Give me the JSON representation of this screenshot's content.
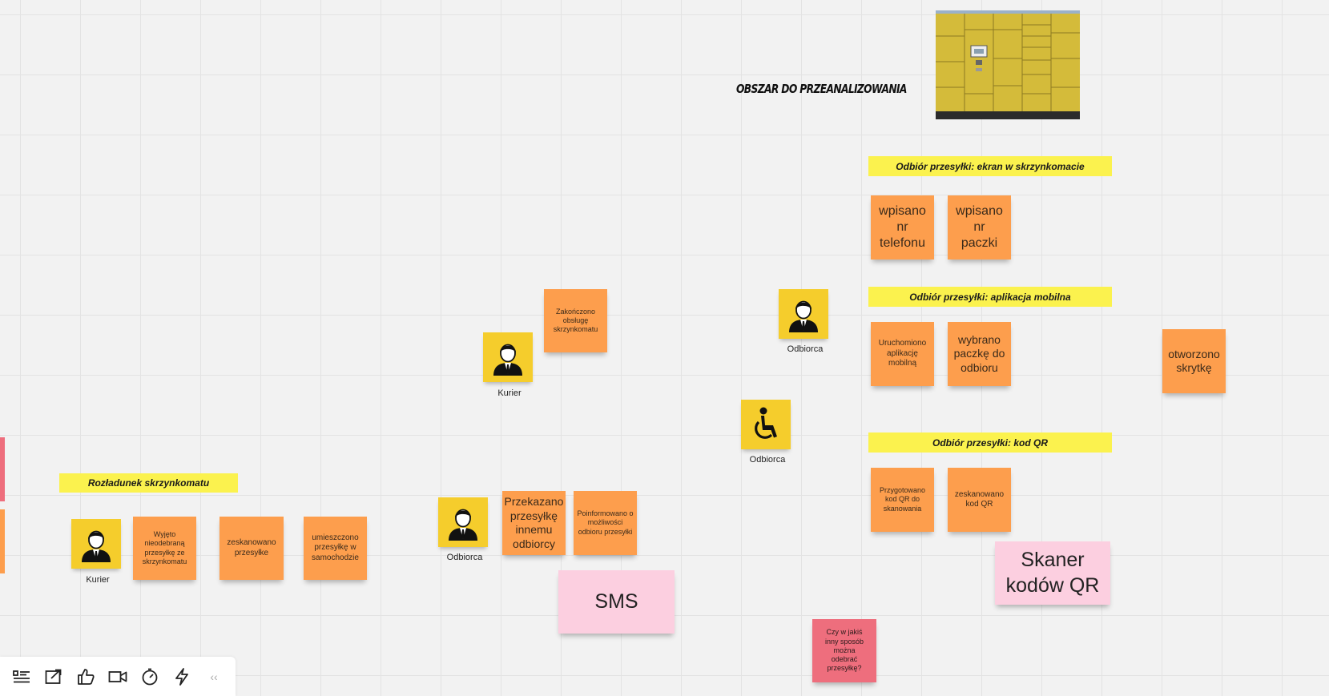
{
  "board": {
    "heading": "OBSZAR DO PRZEANALIZOWANIA",
    "banners": {
      "rozladunek": "Rozładunek skrzynkomatu",
      "ekran": "Odbiór przesyłki: ekran w skrzynkomacie",
      "aplikacja": "Odbiór przesyłki: aplikacja mobilna",
      "kod_qr": "Odbiór przesyłki: kod QR"
    },
    "actors": {
      "kurier_left": "Kurier",
      "kurier_mid": "Kurier",
      "odbiorca_mid": "Odbiorca",
      "odbiorca_top": "Odbiorca",
      "odbiorca_wheelchair": "Odbiorca"
    },
    "notes": {
      "wyjeto": "Wyjęto nieodebraną przesyłkę ze skrzynkomatu",
      "zeskanowano_przesylke": "zeskanowano przesyłke",
      "umieszczono": "umieszczono przesyłkę w samochodzie",
      "zakonczono": "Zakończono obsługę skrzynkomatu",
      "przekazano": "Przekazano przesyłkę innemu odbiorcy",
      "poinformowano": "Poinformowano o możliwości odbioru przesyłki",
      "sms": "SMS",
      "wpisano_tel": "wpisano nr telefonu",
      "wpisano_paczki": "wpisano nr paczki",
      "uruchomiono": "Uruchomiono aplikację mobilną",
      "wybrano": "wybrano paczkę do odbioru",
      "otworzono": "otworzono skrytkę",
      "przygotowano": "Przygotowano kod QR do skanowania",
      "zeskanowano_kod": "zeskanowano kod QR",
      "skaner": "Skaner kodów QR",
      "pytanie": "Czy w jakiś inny sposób można odebrać przesyłkę?"
    }
  },
  "toolbar": {
    "buttons": [
      "list-icon",
      "share-icon",
      "thumbs-up-icon",
      "video-icon",
      "timer-icon",
      "lightning-icon",
      "collapse-icon"
    ],
    "collapse_label": "‹‹"
  },
  "colors": {
    "orange": "#fd9e4d",
    "yellow_banner": "#fbf24e",
    "pink": "#fccfe0",
    "red": "#ee6e7d",
    "actor_yellow": "#f5cd2c"
  }
}
